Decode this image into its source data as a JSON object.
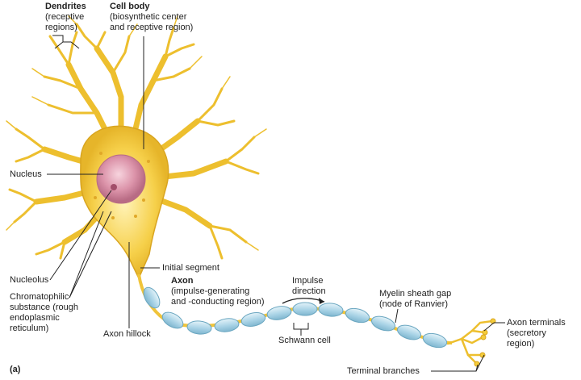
{
  "labels": {
    "dendrites": {
      "title": "Dendrites",
      "line1": "(receptive",
      "line2": "regions)"
    },
    "cell_body": {
      "title": "Cell body",
      "line1": "(biosynthetic center",
      "line2": "and receptive region)"
    },
    "nucleus": "Nucleus",
    "nucleolus": "Nucleolus",
    "chromatophilic": {
      "line1": "Chromatophilic",
      "line2": "substance (rough",
      "line3": "endoplasmic",
      "line4": "reticulum)"
    },
    "axon_hillock": "Axon hillock",
    "initial_segment": "Initial segment",
    "axon": {
      "title": "Axon",
      "line1": "(impulse-generating",
      "line2": "and -conducting region)"
    },
    "impulse_direction": {
      "line1": "Impulse",
      "line2": "direction"
    },
    "schwann_cell": "Schwann cell",
    "myelin_gap": {
      "line1": "Myelin sheath gap",
      "line2": "(node of Ranvier)"
    },
    "axon_terminals": {
      "line1": "Axon terminals",
      "line2": "(secretory",
      "line3": "region)"
    },
    "terminal_branches": "Terminal branches",
    "panel": "(a)"
  },
  "colors": {
    "dendrite_fill": "#f4cc3a",
    "dendrite_stroke": "#d9a520",
    "nucleus": "#d98fa6",
    "myelin": "#b9dcea",
    "myelin_stroke": "#6aa6c0",
    "leader": "#222222"
  }
}
